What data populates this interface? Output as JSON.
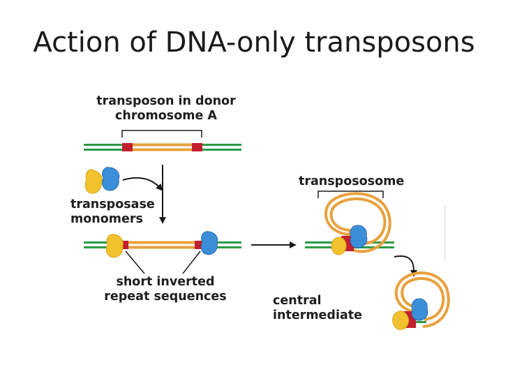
{
  "title": "Action of DNA-only transposons",
  "labels": {
    "donor_line1": "transposon in donor",
    "donor_line2": "chromosome A",
    "transpososome": "transpososome",
    "transposase_line1": "transposase",
    "transposase_line2": "monomers",
    "repeats_line1": "short inverted",
    "repeats_line2": "repeat sequences",
    "central_line1": "central",
    "central_line2": "intermediate"
  },
  "colors": {
    "chromosome": "#2b9a48",
    "transposon": "#e8a13c",
    "repeat": "#c21f30",
    "transposase_yellow": "#f2c12e",
    "transposase_blue": "#3b8fd9",
    "arrow": "#1a1a1a"
  }
}
